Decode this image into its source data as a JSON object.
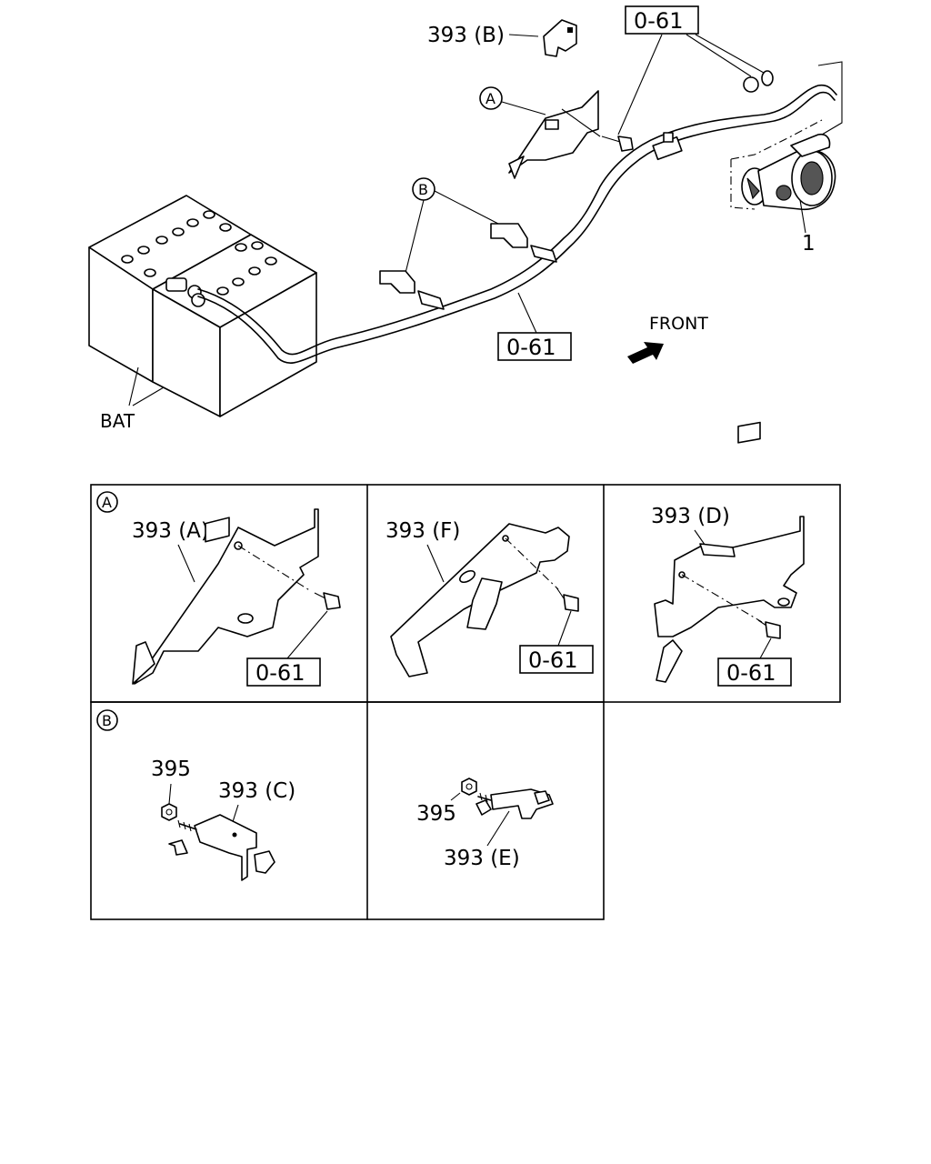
{
  "labels": {
    "bracket_b_top": "393 (B)",
    "ref_top": "0-61",
    "callout_a": "A",
    "callout_b": "B",
    "starter_part": "1",
    "front": "FRONT",
    "ref_cable": "0-61",
    "battery": "BAT"
  },
  "detail_a": {
    "callout": "A",
    "bracket_a": "393 (A)",
    "ref_a": "0-61",
    "bracket_f": "393 (F)",
    "ref_f": "0-61",
    "bracket_d": "393 (D)",
    "ref_d": "0-61"
  },
  "detail_b": {
    "callout": "B",
    "nut_1": "395",
    "bracket_c": "393 (C)",
    "nut_2": "395",
    "bracket_e": "393 (E)"
  }
}
